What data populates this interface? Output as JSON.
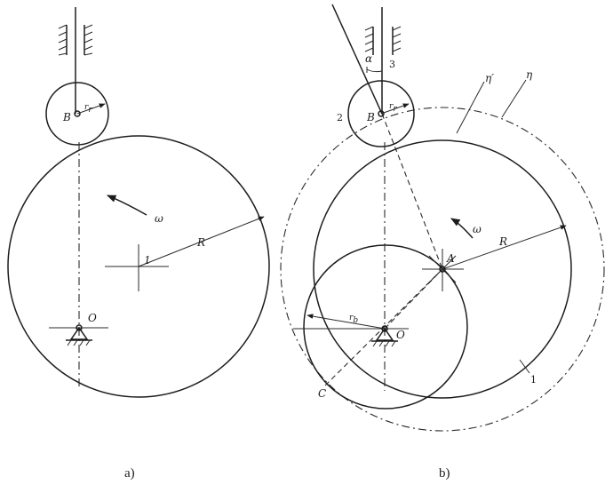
{
  "panel_a": {
    "caption": "a)",
    "labels": {
      "follower_point": "B",
      "roller_radius": "r",
      "roller_radius_sub": "r",
      "omega": "ω",
      "center_mark": "1",
      "radius": "R",
      "pivot": "O"
    }
  },
  "panel_b": {
    "caption": "b)",
    "labels": {
      "alpha": "α",
      "part_3": "3",
      "part_2": "2",
      "follower_point": "B",
      "roller_radius": "r",
      "roller_radius_sub": "r",
      "eta_prime": "η′",
      "eta": "η",
      "omega": "ω",
      "center_A": "A",
      "radius": "R",
      "base_radius": "r",
      "base_radius_sub": "b",
      "pivot": "O",
      "point_C": "C",
      "part_1": "1"
    }
  }
}
